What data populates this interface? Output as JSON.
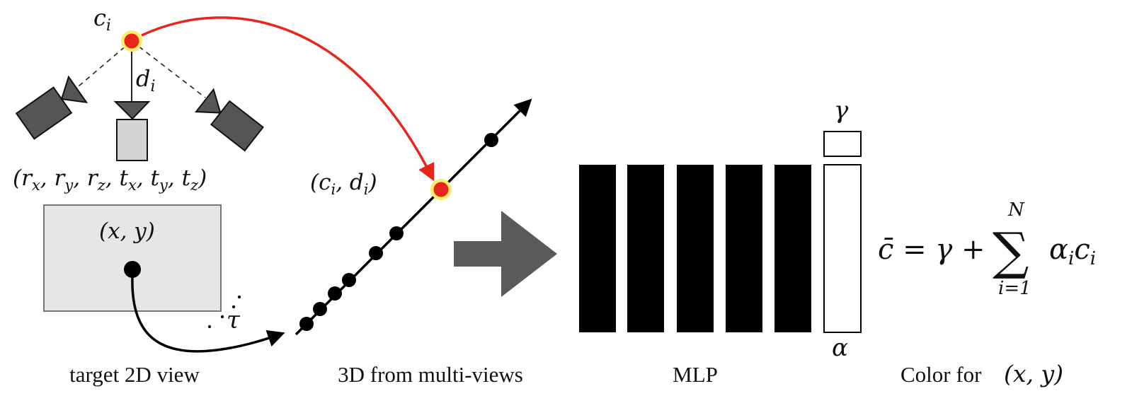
{
  "labels": {
    "point_ci": "c",
    "point_ci_sub": "i",
    "depth_di": "d",
    "depth_di_sub": "i",
    "camera_params": "(r",
    "camera_params_full": "(rx, ry, rz, tx, ty, tz)",
    "pixel_coord": "(x, y)",
    "sample_coord": "(ci, di)",
    "ray_tau": "τ",
    "gamma": "γ",
    "alpha": "α",
    "equation_lhs": "c̄ = γ +",
    "sum_symbol": "∑",
    "sum_upper": "N",
    "sum_lower": "i=1",
    "equation_term": "αici"
  },
  "captions": {
    "target_view": "target 2D view",
    "multi_view": "3D from multi-views",
    "mlp": "MLP",
    "color_for": "Color for",
    "color_for_coord": "(x, y)"
  },
  "colors": {
    "point_red": "#e8251b",
    "point_halo": "#f7ee6b",
    "camera_dark": "#555555",
    "camera_light": "#d3d3d3",
    "panel_gray": "#e6e6e6",
    "arrow_gray": "#5a5a5a",
    "mlp_black": "#000000",
    "ray_red": "#e8251b"
  },
  "mlp": {
    "layer_count": 5
  }
}
